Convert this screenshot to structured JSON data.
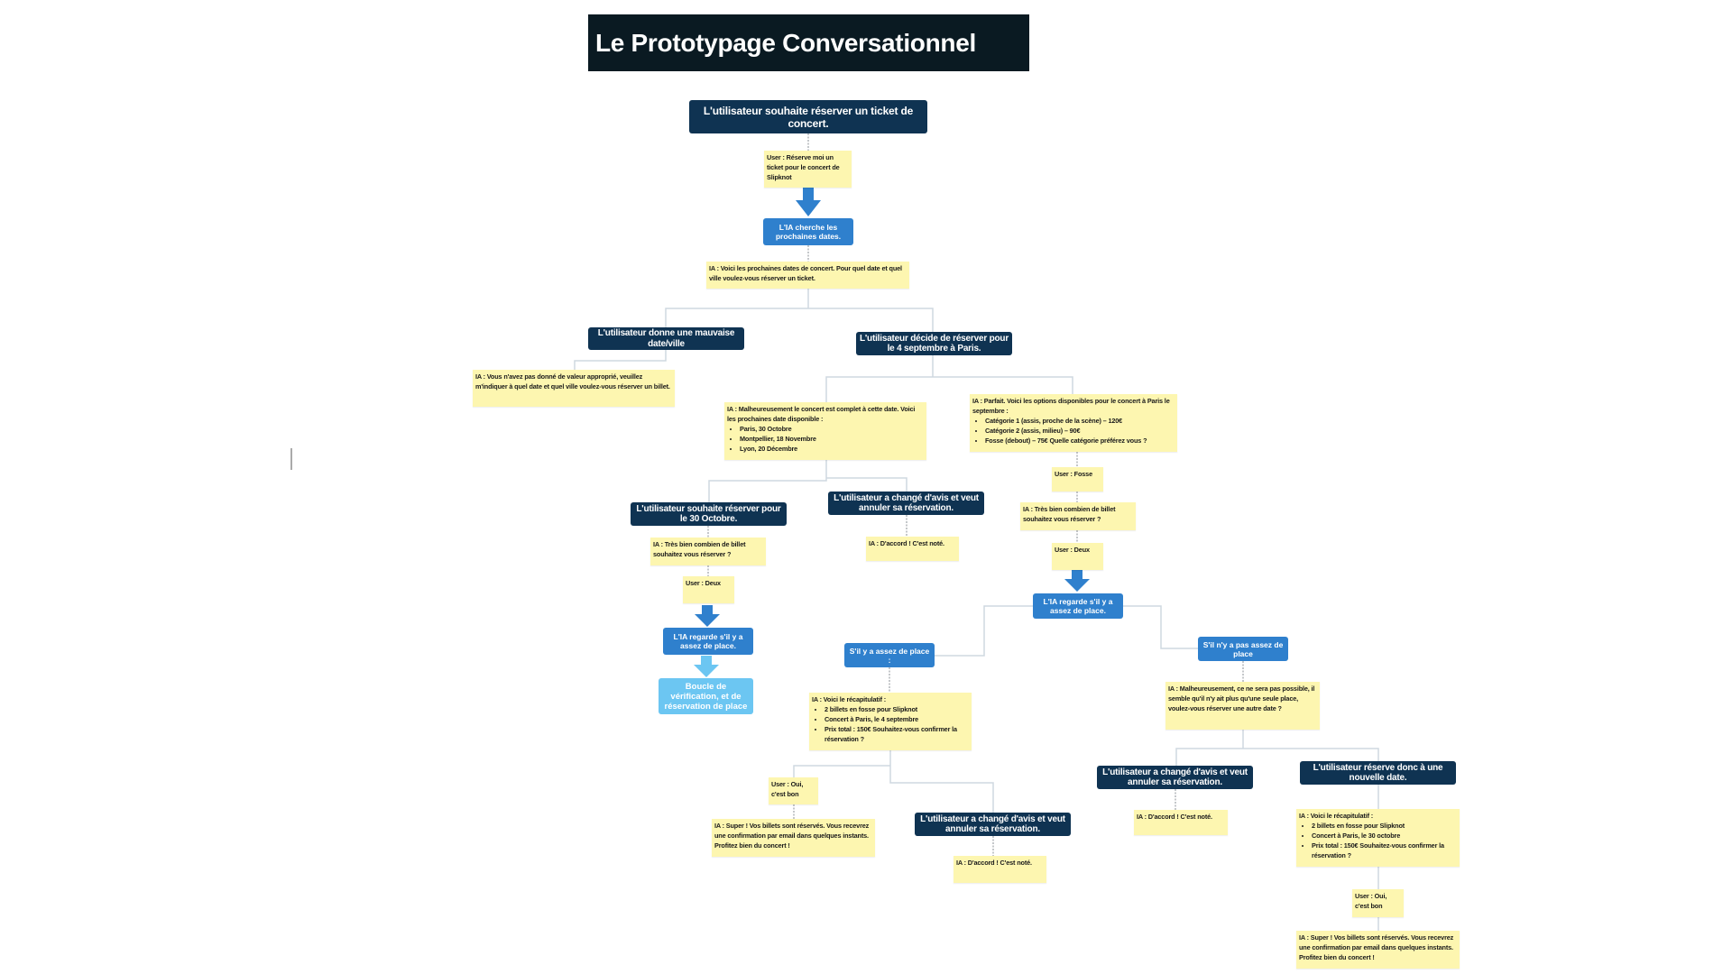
{
  "title": "Le Prototypage Conversationnel",
  "colors": {
    "dark": "#0f3352",
    "blue": "#2f80cd",
    "light_blue": "#6cc6f2",
    "note": "#fdf6b0",
    "title_bg": "#0a1a22"
  },
  "nodes": {
    "start": "L'utilisateur souhaite réserver un ticket de concert.",
    "user_request": "User : Réserve moi un ticket pour le concert de Slipknot",
    "ia_search": "L'IA cherche les prochaines dates.",
    "ia_dates": "IA : Voici les prochaines dates de concert. Pour quel date et quel ville voulez-vous réserver un ticket.",
    "bad_input": "L'utilisateur donne une mauvaise date/ville",
    "ia_bad_input": "IA : Vous n'avez pas donné de valeur approprié, veuillez m'indiquer à quel date et quel ville voulez-vous réserver un billet.",
    "choose_sept4": "L'utilisateur décide de réserver pour le 4 septembre à Paris.",
    "ia_full": {
      "intro": "IA : Malheureusement le concert est complet à cette date. Voici les prochaines date disponible :",
      "items": [
        "Paris, 30 Octobre",
        "Montpellier, 18 Novembre",
        "Lyon, 20 Décembre"
      ]
    },
    "ia_options": {
      "intro": "IA : Parfait. Voici les options disponibles pour le concert à Paris le septembre :",
      "items": [
        "Catégorie 1 (assis, proche de la scène) – 120€",
        "Catégorie 2 (assis, milieu) – 90€",
        "Fosse (debout) – 75€ Quelle catégorie préférez vous ?"
      ]
    },
    "user_fosse": "User : Fosse",
    "ia_how_many_right": "IA : Très bien combien de billet souhaitez vous réserver ?",
    "user_deux_right": "User : Deux",
    "ia_check_right": "L'IA regarde s'il y a assez de place.",
    "choose_oct30": "L'utilisateur souhaite réserver pour le 30 Octobre.",
    "cancel_1": "L'utilisateur a changé d'avis et veut annuler sa réservation.",
    "ia_ok_1": "IA : D'accord ! C'est noté.",
    "ia_how_many_left": "IA : Très bien combien de billet souhaitez vous réserver ?",
    "user_deux_left": "User : Deux",
    "ia_check_left": "L'IA regarde s'il y a assez de place.",
    "loop": "Boucle de vérification, et de réservation de place",
    "enough": "S'il y a assez de place :",
    "not_enough": "S'il n'y a pas assez de place",
    "ia_recap_1": {
      "intro": "IA : Voici le récapitulatif :",
      "items": [
        "2 billets en fosse pour Slipknot",
        "Concert à Paris, le 4 septembre",
        "Prix total : 150€ Souhaitez-vous confirmer la réservation ?"
      ]
    },
    "ia_sorry": "IA : Malheureusement, ce ne sera pas possible, il semble qu'il n'y ait plus qu'une seule place, voulez-vous réserver une autre date ?",
    "user_yes_1": "User : Oui, c'est bon",
    "ia_super_1": "IA : Super ! Vos billets sont réservés. Vous recevrez une confirmation par email dans quelques instants. Profitez bien du concert !",
    "cancel_2": "L'utilisateur a changé d'avis et veut annuler sa réservation.",
    "ia_ok_2": "IA : D'accord ! C'est noté.",
    "cancel_3": "L'utilisateur a changé d'avis et veut annuler sa réservation.",
    "ia_ok_3": "IA : D'accord ! C'est noté.",
    "new_date": "L'utilisateur réserve donc à une nouvelle date.",
    "ia_recap_2": {
      "intro": "IA : Voici le récapitulatif :",
      "items": [
        "2 billets en fosse pour Slipknot",
        "Concert à Paris, le 30 octobre",
        "Prix total : 150€ Souhaitez-vous confirmer la réservation ?"
      ]
    },
    "user_yes_2": "User : Oui, c'est bon",
    "ia_super_2": "IA : Super ! Vos billets sont réservés. Vous recevrez une confirmation par email dans quelques instants. Profitez bien du concert !"
  }
}
